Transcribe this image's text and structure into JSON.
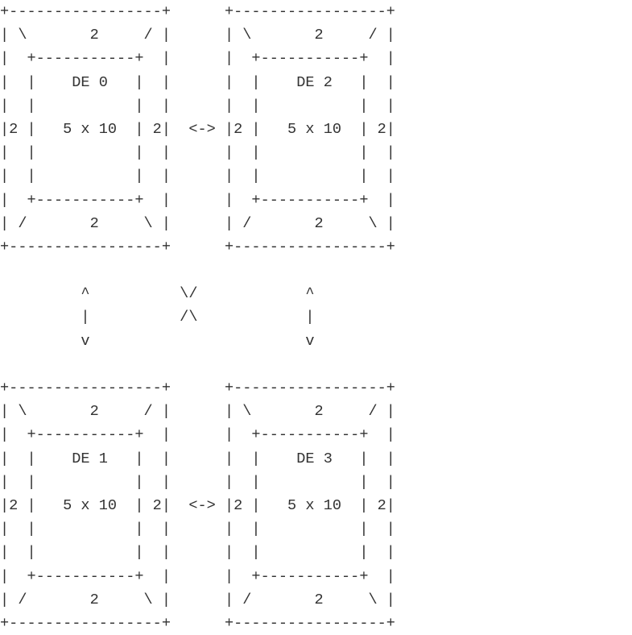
{
  "diagram": {
    "lines": [
      "+-----------------+      +-----------------+",
      "| \\       2     / |      | \\       2     / |",
      "|  +-----------+  |      |  +-----------+  |",
      "|  |    DE 0   |  |      |  |    DE 2   |  |",
      "|  |           |  |      |  |           |  |",
      "|2 |   5 x 10  | 2|  <-> |2 |   5 x 10  | 2|",
      "|  |           |  |      |  |           |  |",
      "|  |           |  |      |  |           |  |",
      "|  +-----------+  |      |  +-----------+  |",
      "| /       2     \\ |      | /       2     \\ |",
      "+-----------------+      +-----------------+",
      "",
      "         ^          \\/            ^",
      "         |          /\\            |",
      "         v                        v",
      "",
      "+-----------------+      +-----------------+",
      "| \\       2     / |      | \\       2     / |",
      "|  +-----------+  |      |  +-----------+  |",
      "|  |    DE 1   |  |      |  |    DE 3   |  |",
      "|  |           |  |      |  |           |  |",
      "|2 |   5 x 10  | 2|  <-> |2 |   5 x 10  | 2|",
      "|  |           |  |      |  |           |  |",
      "|  |           |  |      |  |           |  |",
      "|  +-----------+  |      |  +-----------+  |",
      "| /       2     \\ |      | /       2     \\ |",
      "+-----------------+      +-----------------+"
    ]
  }
}
